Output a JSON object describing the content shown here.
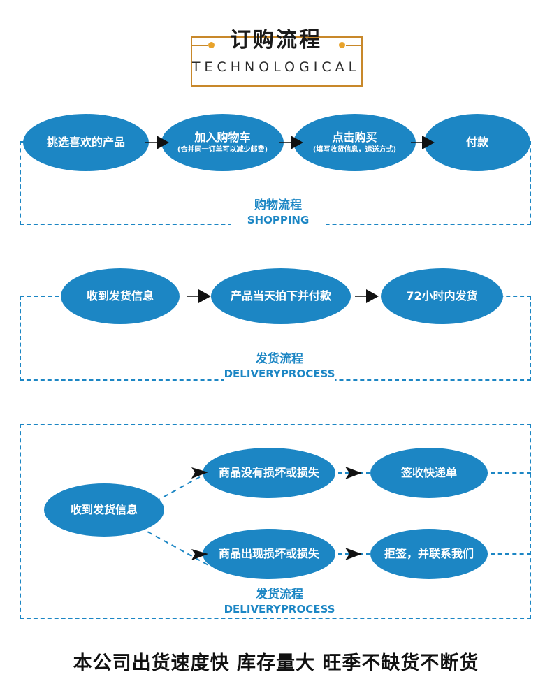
{
  "header": {
    "title_cn": "订购流程",
    "title_en": "TECHNOLOGICAL",
    "frame_color": "#c8882a",
    "dot_color": "#e8a32c"
  },
  "theme": {
    "blue": "#1c86c4",
    "arrow_color": "#111111",
    "text_dark": "#1a1a1a"
  },
  "sections": [
    {
      "id": "shopping",
      "caption_cn": "购物流程",
      "caption_en": "SHOPPING",
      "nodes": [
        {
          "main": "挑选喜欢的产品",
          "sub": ""
        },
        {
          "main": "加入购物车",
          "sub": "(合并同一订单可以减少邮费)"
        },
        {
          "main": "点击购买",
          "sub": "(填写收货信息，运送方式)"
        },
        {
          "main": "付款",
          "sub": ""
        }
      ]
    },
    {
      "id": "delivery",
      "caption_cn": "发货流程",
      "caption_en": "DELIVERYPROCESS",
      "nodes": [
        {
          "main": "收到发货信息",
          "sub": ""
        },
        {
          "main": "产品当天拍下并付款",
          "sub": ""
        },
        {
          "main": "72小时内发货",
          "sub": ""
        }
      ]
    },
    {
      "id": "receiving",
      "caption_cn": "发货流程",
      "caption_en": "DELIVERYPROCESS",
      "nodes": [
        {
          "main": "收到发货信息",
          "sub": ""
        },
        {
          "main": "商品没有损坏或损失",
          "sub": ""
        },
        {
          "main": "商品出现损坏或损失",
          "sub": ""
        },
        {
          "main": "签收快递单",
          "sub": ""
        },
        {
          "main": "拒签，并联系我们",
          "sub": ""
        }
      ]
    }
  ],
  "footer": {
    "text": "本公司出货速度快 库存量大 旺季不缺货不断货"
  }
}
